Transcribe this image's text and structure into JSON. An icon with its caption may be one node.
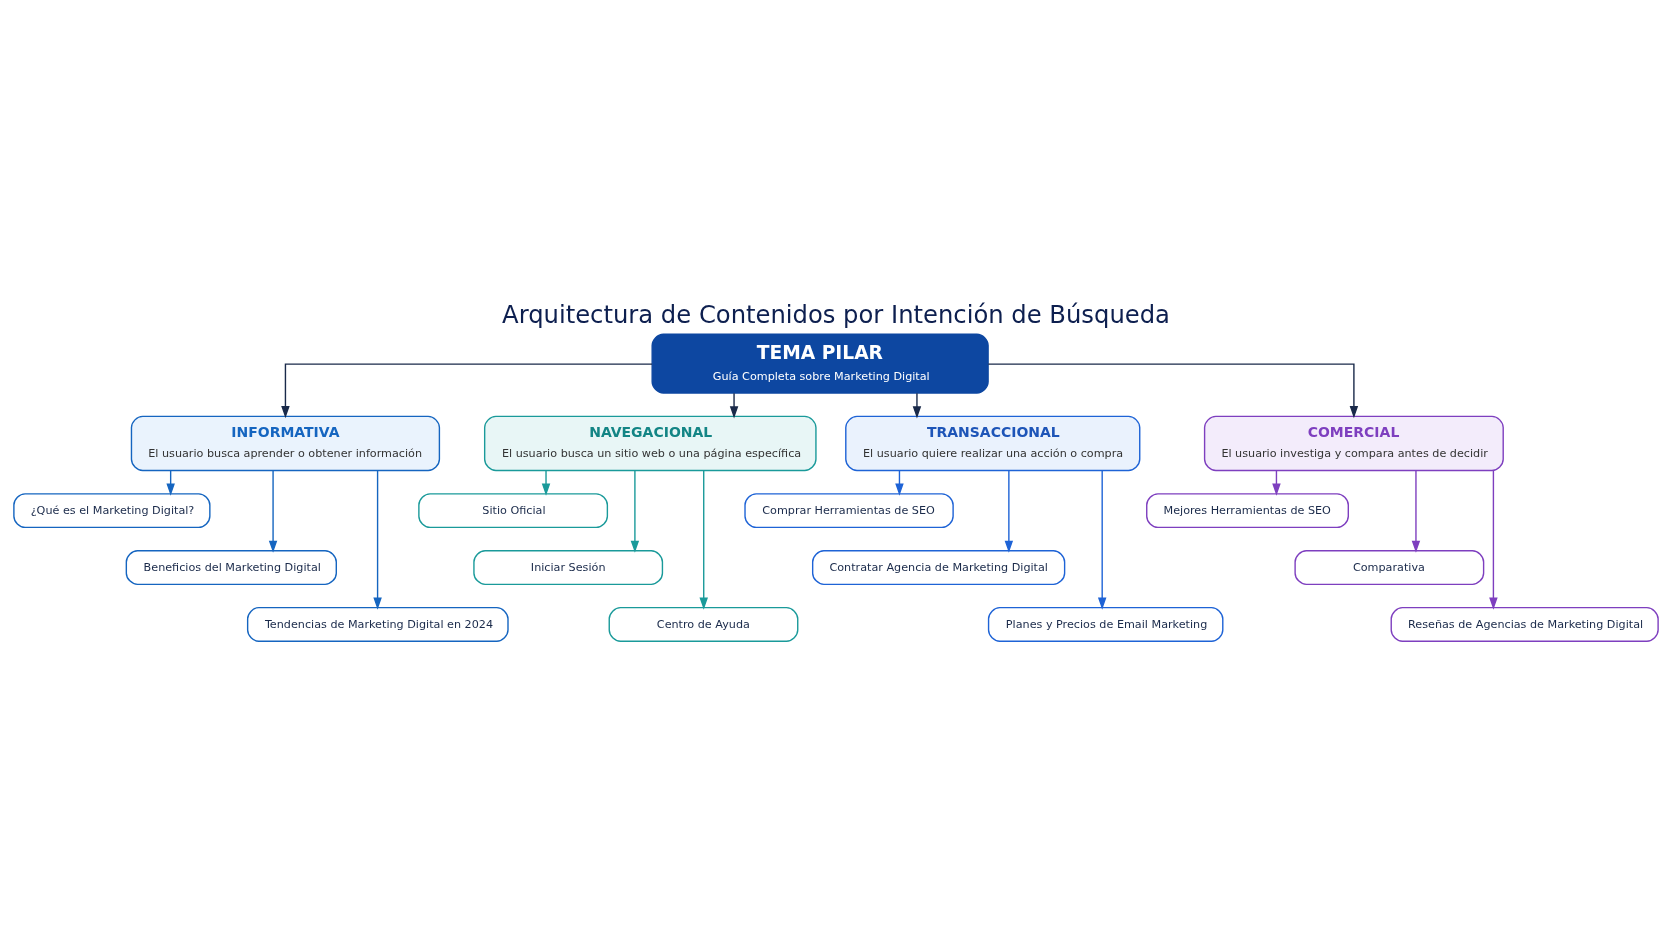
{
  "diagram": {
    "title": "Arquitectura de Contenidos por Intención de Búsqueda",
    "nodes": [
      {
        "text": [
          "TEMA PILAR",
          "Guía Completa sobre Marketing Digital"
        ]
      },
      {
        "text": [
          "INFORMATIVA",
          "El usuario busca aprender o obtener información"
        ]
      },
      {
        "text": [
          "NAVEGACIONAL",
          "El usuario busca un sitio web o una página específica"
        ]
      },
      {
        "text": [
          "TRANSACCIONAL",
          "El usuario quiere realizar una acción o compra"
        ]
      },
      {
        "text": [
          "COMERCIAL",
          "El usuario investiga y compara antes de decidir"
        ]
      },
      {
        "text": [
          "¿Qué es el Marketing Digital?"
        ]
      },
      {
        "text": [
          "Beneficios del Marketing Digital"
        ]
      },
      {
        "text": [
          "Tendencias de Marketing Digital en 2024"
        ]
      },
      {
        "text": [
          "Sitio Oficial"
        ]
      },
      {
        "text": [
          "Iniciar Sesión"
        ]
      },
      {
        "text": [
          "Centro de Ayuda"
        ]
      },
      {
        "text": [
          "Comprar Herramientas de SEO"
        ]
      },
      {
        "text": [
          "Contratar Agencia de Marketing Digital"
        ]
      },
      {
        "text": [
          "Planes y Precios de Email Marketing"
        ]
      },
      {
        "text": [
          "Mejores Herramientas de SEO"
        ]
      },
      {
        "text": [
          "Comparativa"
        ]
      },
      {
        "text": [
          "Reseñas de Agencias de Marketing Digital"
        ]
      }
    ],
    "edges": [
      {
        "from": 0,
        "to": 1,
        "arrow": "to",
        "color": "#1a2a4a"
      },
      {
        "from": 0,
        "to": 2,
        "arrow": "to",
        "color": "#1a2a4a"
      },
      {
        "from": 0,
        "to": 3,
        "arrow": "to",
        "color": "#1a2a4a"
      },
      {
        "from": 0,
        "to": 4,
        "arrow": "to",
        "color": "#1a2a4a"
      },
      {
        "from": 1,
        "to": 5,
        "arrow": "to",
        "color": "#1565c0"
      },
      {
        "from": 1,
        "to": 6,
        "arrow": "to",
        "color": "#1565c0"
      },
      {
        "from": 1,
        "to": 7,
        "arrow": "to",
        "color": "#1565c0"
      },
      {
        "from": 2,
        "to": 8,
        "arrow": "to",
        "color": "#1a9a9a"
      },
      {
        "from": 2,
        "to": 9,
        "arrow": "to",
        "color": "#1a9a9a"
      },
      {
        "from": 2,
        "to": 10,
        "arrow": "to",
        "color": "#1a9a9a"
      },
      {
        "from": 3,
        "to": 11,
        "arrow": "to",
        "color": "#1e63d6"
      },
      {
        "from": 3,
        "to": 12,
        "arrow": "to",
        "color": "#1e63d6"
      },
      {
        "from": 3,
        "to": 13,
        "arrow": "to",
        "color": "#1e63d6"
      },
      {
        "from": 4,
        "to": 14,
        "arrow": "to",
        "color": "#7e3fbf"
      },
      {
        "from": 4,
        "to": 15,
        "arrow": "to",
        "color": "#7e3fbf"
      },
      {
        "from": 4,
        "to": 16,
        "arrow": "to",
        "color": "#7e3fbf"
      }
    ]
  }
}
